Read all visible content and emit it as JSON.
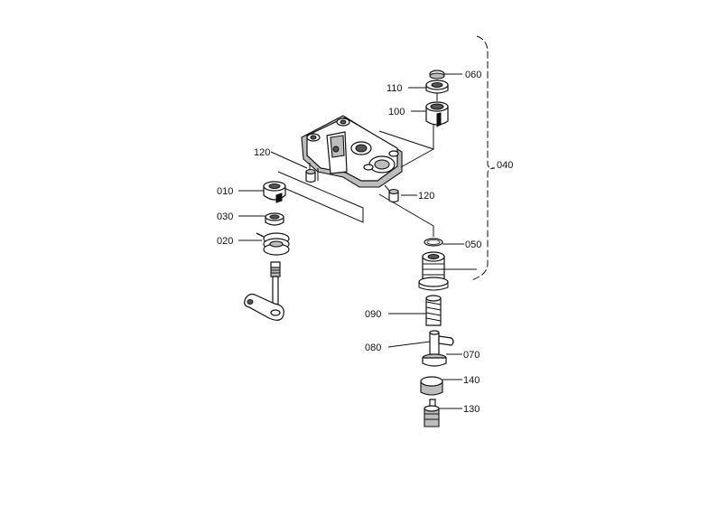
{
  "labels": {
    "p010": "010",
    "p020": "020",
    "p030": "030",
    "p040": "040",
    "p050": "050",
    "p060": "060",
    "p070": "070",
    "p080": "080",
    "p090": "090",
    "p100": "100",
    "p110": "110",
    "p120a": "120",
    "p120b": "120",
    "p130": "130",
    "p140": "140"
  }
}
